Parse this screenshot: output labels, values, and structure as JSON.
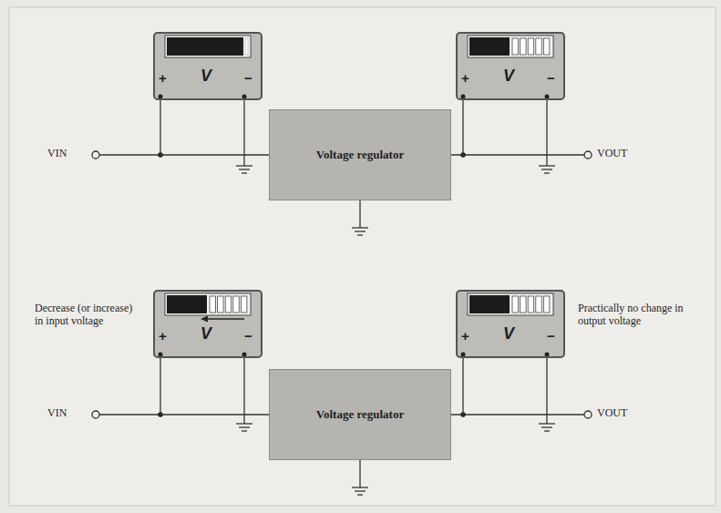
{
  "diagram": {
    "nodes": [
      {
        "text": [
          "+",
          "V",
          "−"
        ]
      },
      {
        "text": [
          "+",
          "V",
          "−"
        ]
      },
      {
        "text": [
          "Voltage regulator"
        ]
      },
      {
        "text": [
          "+",
          "V",
          "−"
        ]
      },
      {
        "text": [
          "+",
          "V",
          "−"
        ]
      },
      {
        "text": [
          "Voltage regulator"
        ]
      }
    ],
    "edges": [
      {
        "from": 0,
        "to": 2,
        "arrow": "none"
      },
      {
        "from": 2,
        "to": 1,
        "arrow": "none"
      },
      {
        "from": 3,
        "to": 5,
        "arrow": "none"
      },
      {
        "from": 5,
        "to": 4,
        "arrow": "none"
      }
    ],
    "labels": [
      "VIN",
      "VOUT",
      "Decrease (or increase) in input voltage",
      "Practically no change in output voltage",
      "VIN",
      "VOUT"
    ]
  }
}
